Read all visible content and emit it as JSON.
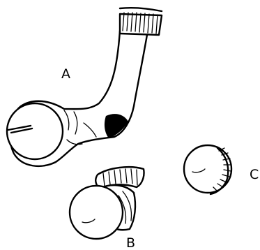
{
  "figure": {
    "items": [
      {
        "label": "A",
        "depicts": "sock"
      },
      {
        "label": "B",
        "depicts": "sock-partly-rolled"
      },
      {
        "label": "C",
        "depicts": "sock-fully-rolled-ball"
      }
    ]
  },
  "colors": {
    "ink": "#000000",
    "background": "#ffffff"
  }
}
